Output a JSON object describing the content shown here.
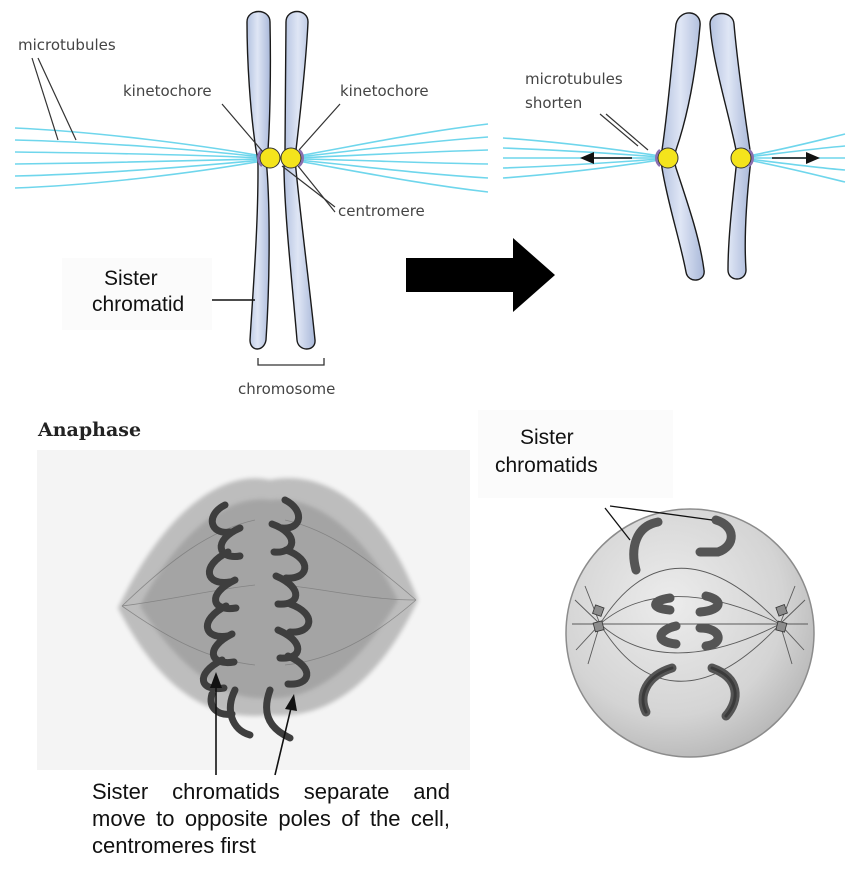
{
  "colors": {
    "chromatid_fill": "#c6d2ea",
    "microtubule": "#6fd6ec",
    "centromere": "#f4e41c",
    "cell_fill": "#d2d2d2",
    "arrow": "#000000"
  },
  "top_left": {
    "microtubules": "microtubules",
    "kinetochore_left": "kinetochore",
    "kinetochore_right": "kinetochore",
    "centromere": "centromere",
    "sister_chromatid_line1": "Sister",
    "sister_chromatid_line2": "chromatid",
    "chromosome": "chromosome"
  },
  "top_right": {
    "microtubules_line1": "microtubules",
    "microtubules_line2": "shorten"
  },
  "bottom_left": {
    "title": "Anaphase"
  },
  "bottom_right": {
    "label_line1": "Sister",
    "label_line2": "chromatids"
  },
  "caption": "Sister chromatids separate and move to opposite poles of the cell, centromeres first"
}
